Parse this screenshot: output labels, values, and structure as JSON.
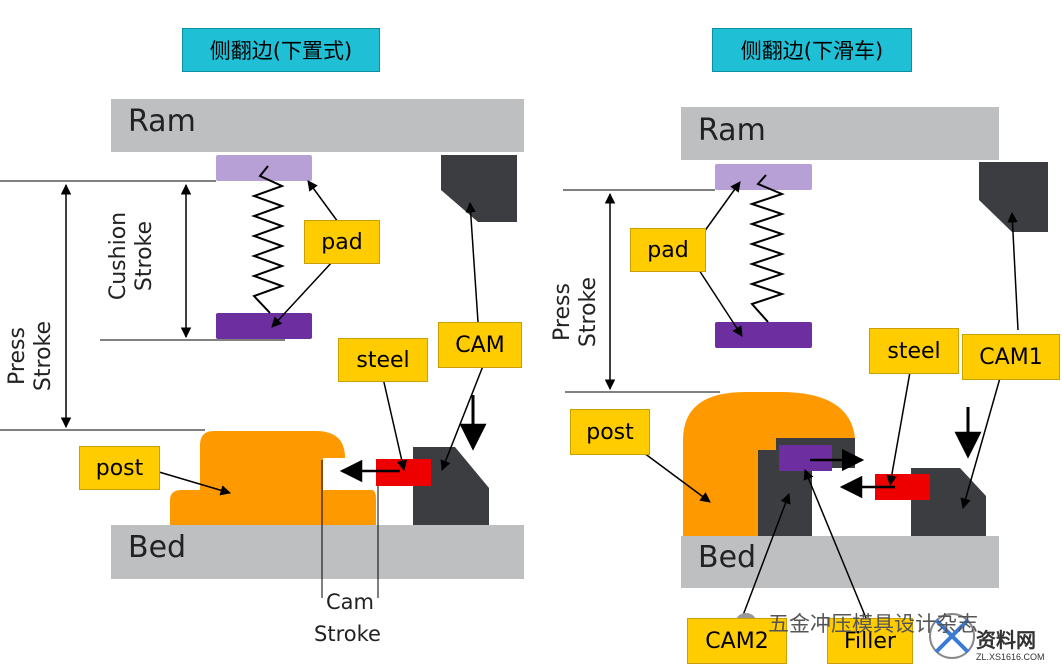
{
  "left_panel": {
    "title": "侧翻边(下置式)",
    "ram_label": "Ram",
    "bed_label": "Bed",
    "cushion_stroke": "Cushion Stroke",
    "press_stroke": "Press Stroke",
    "cam_stroke_line1": "Cam",
    "cam_stroke_line2": "Stroke",
    "callouts": {
      "pad": "pad",
      "steel": "steel",
      "cam": "CAM",
      "post": "post"
    }
  },
  "right_panel": {
    "title": "侧翻边(下滑车)",
    "ram_label": "Ram",
    "bed_label": "Bed",
    "press_stroke": "Press Stroke",
    "callouts": {
      "pad": "pad",
      "steel": "steel",
      "cam1": "CAM1",
      "post": "post",
      "cam2": "CAM2",
      "filler": "Filler"
    }
  },
  "watermark": {
    "text": "五金冲压模具设计杂志",
    "logo_text": "资料网",
    "logo_url": "ZL.XS1616.COM"
  },
  "colors": {
    "title_bg": "#1fbfd6",
    "callout_bg": "#ffcc00",
    "ram_gray": "#bdbfc1",
    "pad_light": "#b7a0d6",
    "pad_dark": "#6d2fa0",
    "post_orange": "#ff9900",
    "cam_dark": "#3b3d40",
    "steel_red": "#ee0000"
  }
}
